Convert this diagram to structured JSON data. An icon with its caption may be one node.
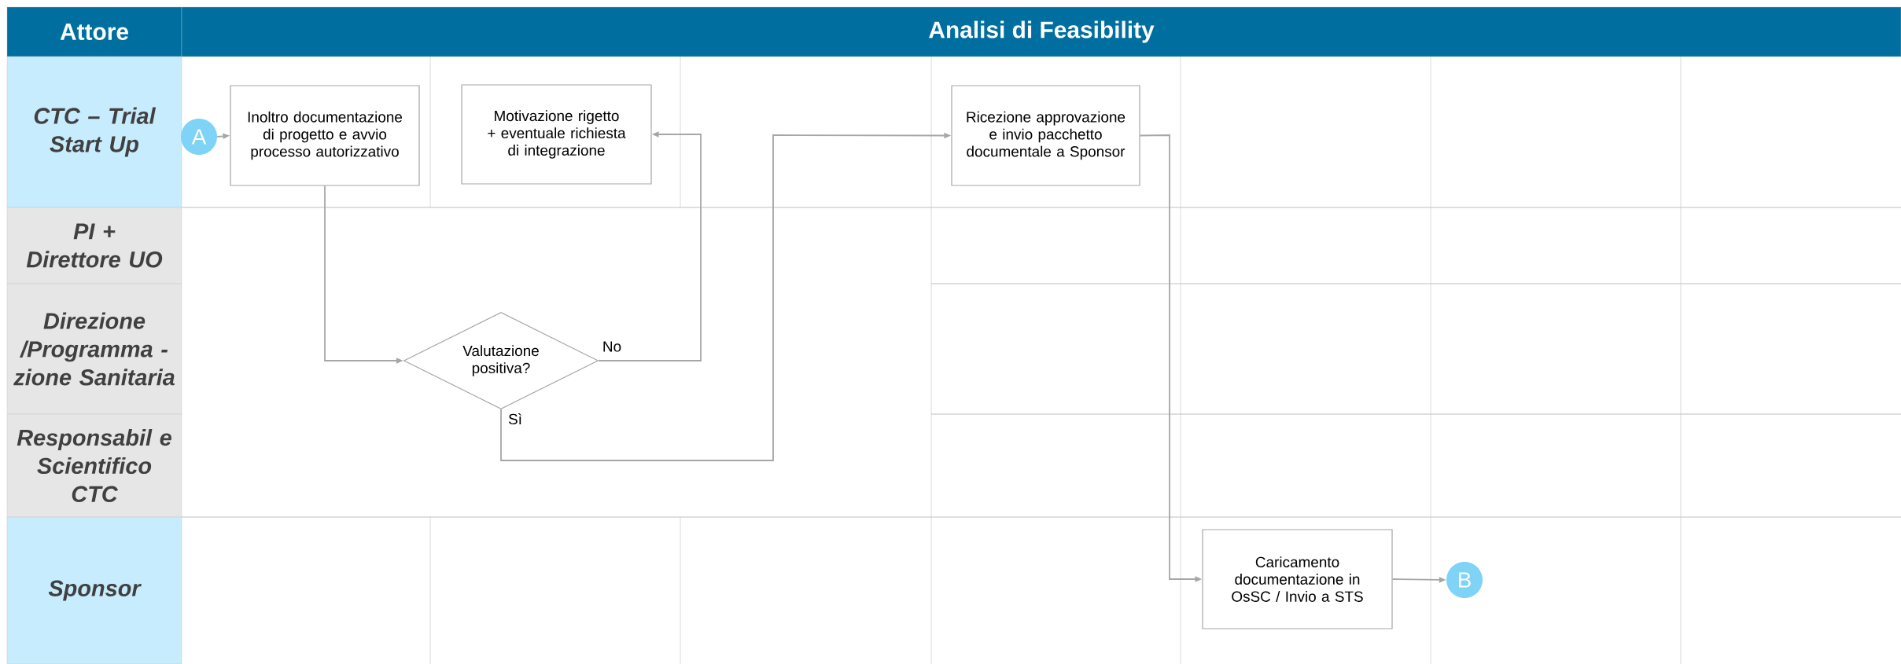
{
  "diagram": {
    "nodes": [
      {
        "text": [
          "Attore"
        ]
      },
      {
        "text": [
          "Analisi di Feasibility"
        ]
      },
      {
        "text": [
          "CTC – Trial Start Up"
        ]
      },
      {
        "text": [
          "PI + Direttore UO"
        ]
      },
      {
        "text": [
          "Direzione /Programma -zione Sanitaria"
        ]
      },
      {
        "text": [
          "Responsabil e Scientifico CTC"
        ]
      },
      {
        "text": [
          "Sponsor"
        ]
      },
      {
        "text": [
          "A"
        ]
      },
      {
        "text": [
          "Inoltro documentazione di progetto e avvio processo autorizzativo"
        ]
      },
      {
        "text": [
          "Motivazione rigetto + eventuale richiesta di integrazione"
        ]
      },
      {
        "text": [
          "Valutazione positiva?"
        ]
      },
      {
        "text": [
          "Ricezione approvazione e invio pacchetto documentale a Sponsor"
        ]
      },
      {
        "text": [
          "Caricamento documentazione in OsSC / Invio a STS"
        ]
      },
      {
        "text": [
          "B"
        ]
      }
    ],
    "edges": [
      {
        "from": 7,
        "to": 8,
        "arrow": "to"
      },
      {
        "from": 8,
        "to": 10,
        "arrow": "to"
      },
      {
        "from": 10,
        "to": 9,
        "arrow": "to",
        "label": "No"
      },
      {
        "from": 10,
        "to": 11,
        "arrow": "to",
        "label": "Sì"
      },
      {
        "from": 11,
        "to": 12,
        "arrow": "to"
      },
      {
        "from": 12,
        "to": 13,
        "arrow": "to"
      }
    ]
  }
}
